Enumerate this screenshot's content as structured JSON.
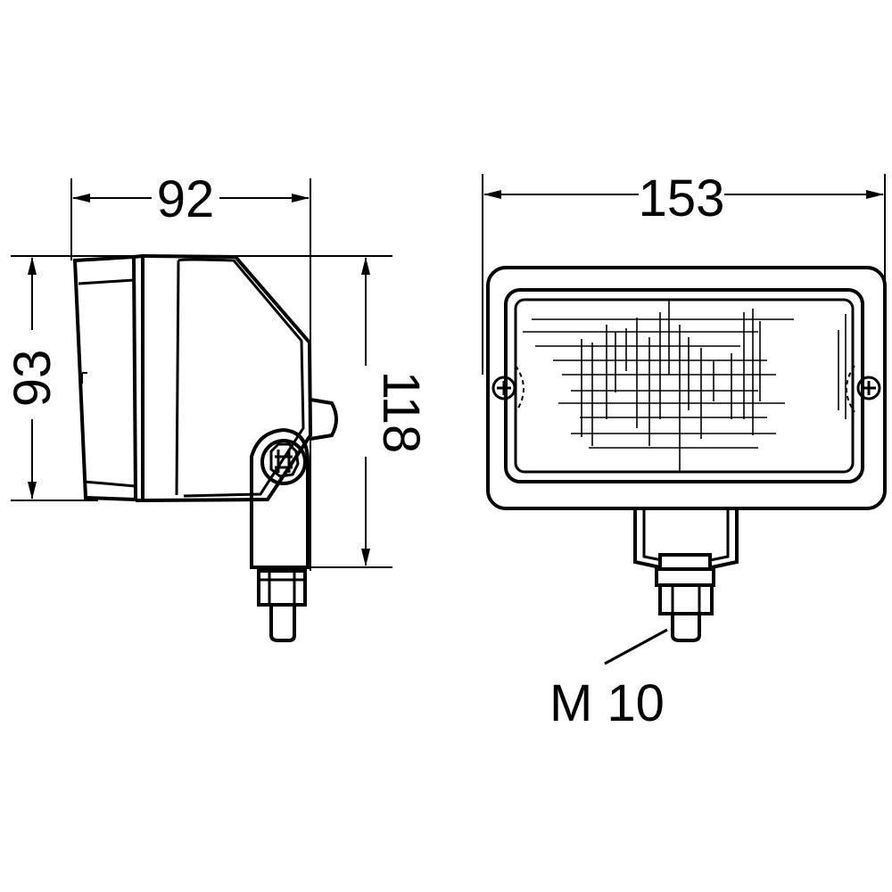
{
  "dimensions": {
    "side_width": "92",
    "side_height": "93",
    "side_total_height": "118",
    "front_width": "153"
  },
  "thread_label": "M 10",
  "colors": {
    "ink": "#000000",
    "background": "#ffffff"
  }
}
